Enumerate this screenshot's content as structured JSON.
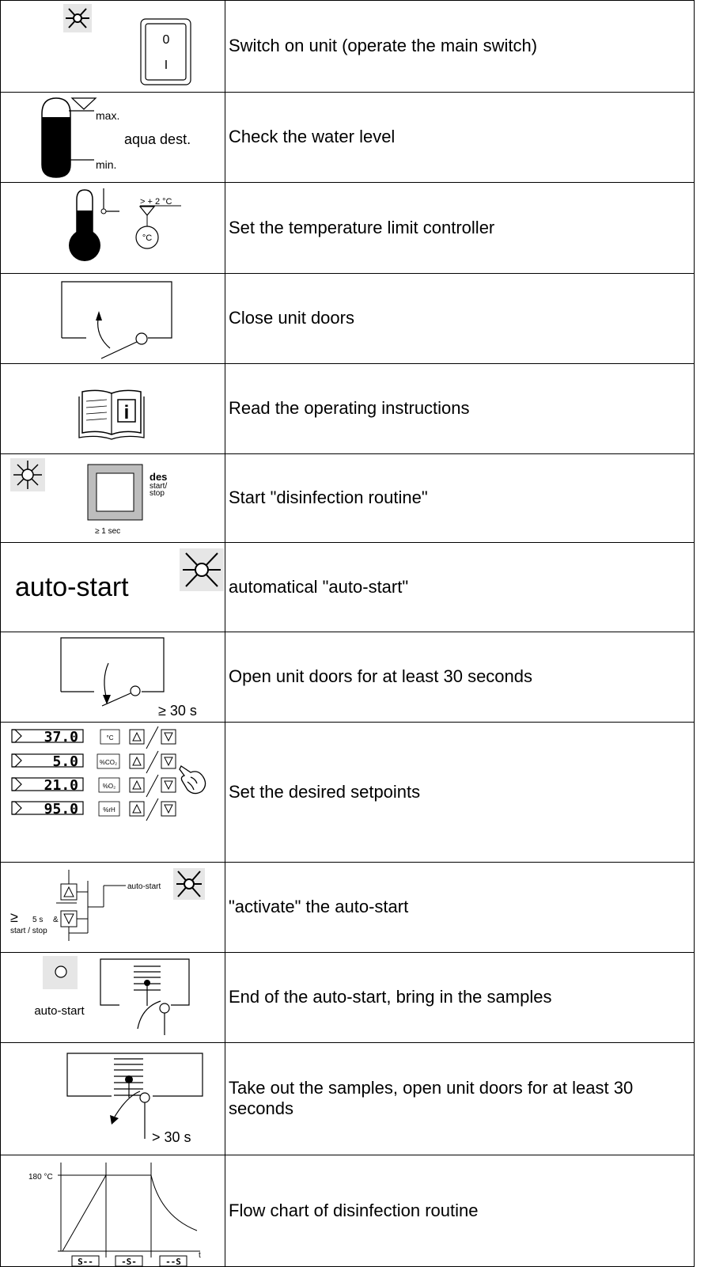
{
  "rows": [
    {
      "instruction": "Switch on unit (operate the main switch)",
      "icon": "sun-icon, main-switch-icon",
      "switch": {
        "top": "0",
        "bottom": "I"
      }
    },
    {
      "instruction": "Check the water level",
      "icon": "water-tank-icon",
      "labels": {
        "max": "max.",
        "liquid": "aqua dest.",
        "min": "min."
      }
    },
    {
      "instruction": "Set the temperature limit controller",
      "icon": "thermometer-icon",
      "labels": {
        "limit": "> + 2 °C",
        "dial": "°C"
      }
    },
    {
      "instruction": "Close unit doors",
      "icon": "door-close-icon"
    },
    {
      "instruction": "Read the operating instructions",
      "icon": "manual-info-icon",
      "labels": {
        "info": "i"
      }
    },
    {
      "instruction": "Start \"disinfection routine\"",
      "icon": "des-button-icon",
      "labels": {
        "des": "des",
        "start": "start/",
        "stop": "stop",
        "duration": "≥ 1 sec"
      }
    },
    {
      "instruction": "automatical \"auto-start\"",
      "icon": "auto-start-sun-icon",
      "labels": {
        "auto_start": "auto-start"
      }
    },
    {
      "instruction": "Open unit doors  for at least 30 seconds",
      "icon": "door-open-icon",
      "labels": {
        "duration": "≥  30 s"
      }
    },
    {
      "instruction": "Set the desired setpoints",
      "icon": "setpoint-panel-icon",
      "displays": [
        {
          "value": "37.0",
          "unit": "°C"
        },
        {
          "value": "5.0",
          "unit": "%CO₂"
        },
        {
          "value": "21.0",
          "unit": "%O₂"
        },
        {
          "value": "95.0",
          "unit": "%rH"
        }
      ]
    },
    {
      "instruction": "\"activate\" the auto-start",
      "icon": "auto-start-activate-icon",
      "labels": {
        "auto_start": "auto-start",
        "ge": "≥",
        "seconds": "5 s",
        "and": "&",
        "start_stop": "start / stop"
      }
    },
    {
      "instruction": "End of the auto-start, bring in the samples",
      "icon": "samples-in-icon",
      "labels": {
        "auto_start": "auto-start"
      }
    },
    {
      "instruction": "Take out the samples, open unit doors  for at least 30 seconds",
      "icon": "samples-out-icon",
      "labels": {
        "duration": "> 30 s"
      }
    },
    {
      "instruction": "Flow chart of disinfection routine",
      "icon": "flow-chart-icon",
      "labels": {
        "temp": "180 °C",
        "t": "t",
        "seg1": "S--",
        "seg2": "-S-",
        "seg3": "--S"
      }
    }
  ]
}
